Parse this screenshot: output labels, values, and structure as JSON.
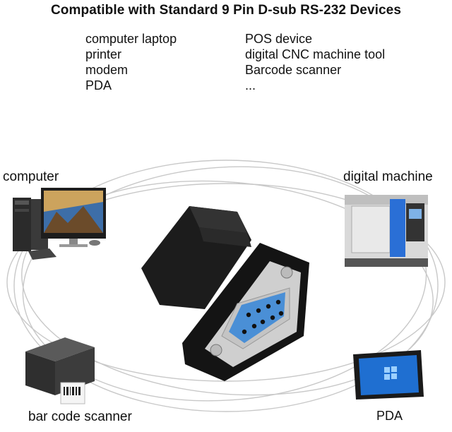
{
  "header": {
    "title": "Compatible with Standard 9 Pin D-sub RS-232 Devices"
  },
  "devices_left": [
    "computer laptop",
    "printer",
    "modem",
    "PDA"
  ],
  "devices_right": [
    "POS device",
    "digital CNC machine tool",
    "Barcode scanner",
    "..."
  ],
  "labels": {
    "computer": "computer",
    "digital_machine": "digital machine",
    "bar_code_scanner": "bar code scanner",
    "pda": "PDA"
  },
  "colors": {
    "connector_body": "#1c1c1c",
    "connector_face": "#4a8fd6",
    "shell_metal": "#c9c9c9",
    "orbit_line": "#c8c8c8"
  },
  "icons": [
    "computer-icon",
    "cnc-machine-icon",
    "label-printer-icon",
    "tablet-icon",
    "db9-adapter-icon"
  ]
}
